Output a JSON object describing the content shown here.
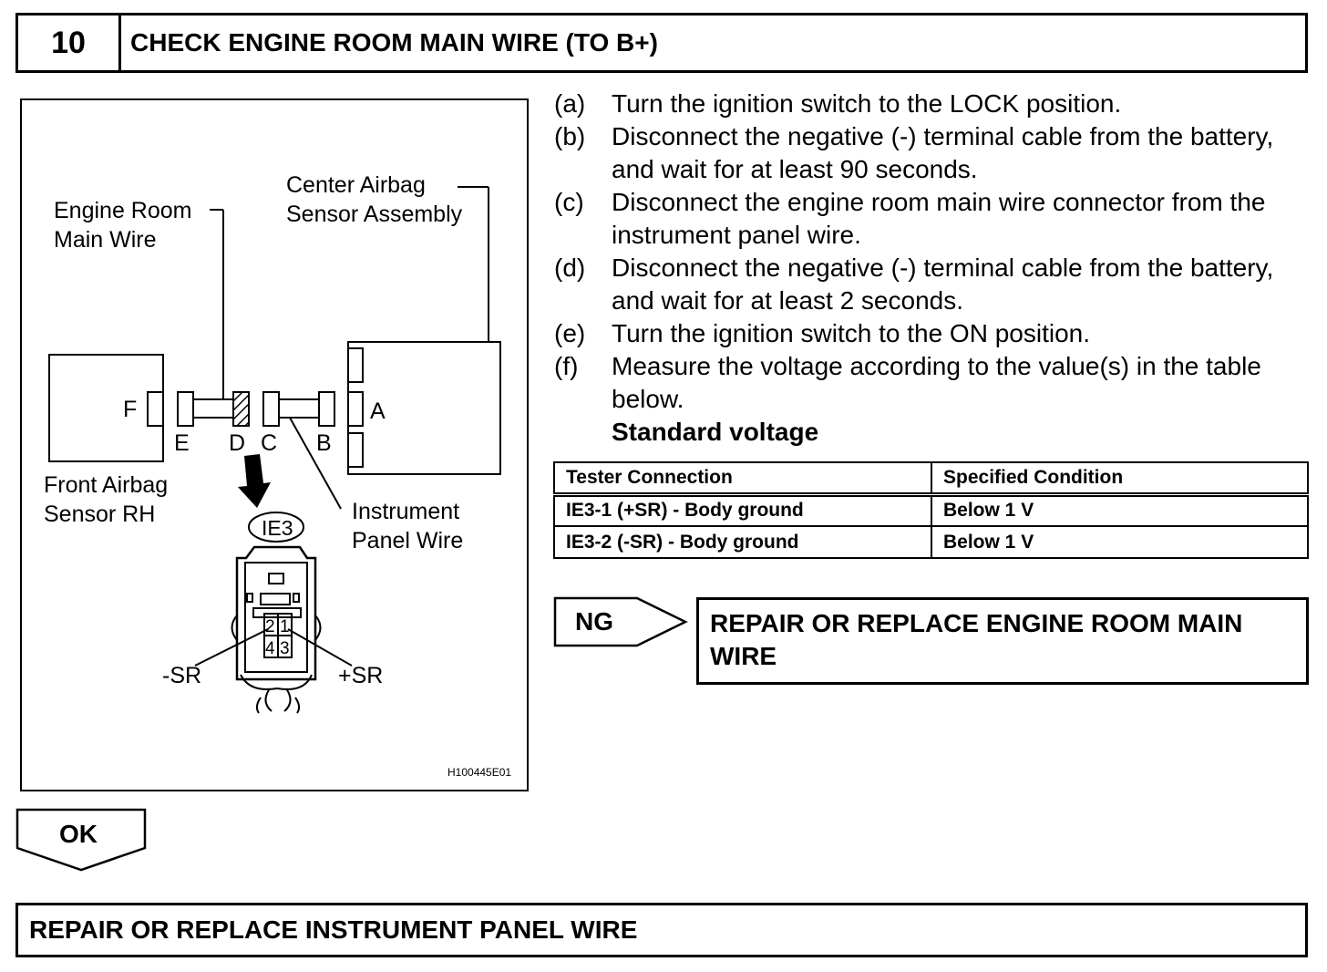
{
  "header": {
    "step": "10",
    "title": "CHECK ENGINE ROOM MAIN WIRE (TO B+)"
  },
  "figure": {
    "label_engine_room": [
      "Engine Room",
      "Main Wire"
    ],
    "label_center_airbag": [
      "Center Airbag",
      "Sensor Assembly"
    ],
    "label_front_airbag": [
      "Front Airbag",
      "Sensor RH"
    ],
    "label_instrument_panel": [
      "Instrument",
      "Panel Wire"
    ],
    "connector_letters": {
      "f": "F",
      "e": "E",
      "d": "D",
      "c": "C",
      "b": "B",
      "a": "A"
    },
    "connector_code": "IE3",
    "pins": {
      "p1": "1",
      "p2": "2",
      "p3": "3",
      "p4": "4"
    },
    "neg_sr": "-SR",
    "pos_sr": "+SR",
    "figure_code": "H100445E01"
  },
  "steps": [
    {
      "label": "(a)",
      "text": "Turn the ignition switch to the LOCK position."
    },
    {
      "label": "(b)",
      "text": "Disconnect the negative (-) terminal cable from the battery, and wait for at least 90 seconds."
    },
    {
      "label": "(c)",
      "text": "Disconnect the engine room main wire connector from the instrument panel wire."
    },
    {
      "label": "(d)",
      "text": "Disconnect the negative (-) terminal cable from the battery, and wait for at least 2 seconds."
    },
    {
      "label": "(e)",
      "text": "Turn the ignition switch to the ON position."
    },
    {
      "label": "(f)",
      "text": "Measure the voltage according to the value(s) in the table below."
    }
  ],
  "standard_heading": "Standard voltage",
  "table": {
    "headers": [
      "Tester Connection",
      "Specified Condition"
    ],
    "rows": [
      [
        "IE3-1 (+SR) - Body ground",
        "Below 1 V"
      ],
      [
        "IE3-2 (-SR) - Body ground",
        "Below 1 V"
      ]
    ]
  },
  "ng": {
    "label": "NG",
    "action": "REPAIR OR REPLACE ENGINE ROOM MAIN WIRE"
  },
  "ok": {
    "label": "OK",
    "action": "REPAIR OR REPLACE INSTRUMENT PANEL WIRE"
  }
}
